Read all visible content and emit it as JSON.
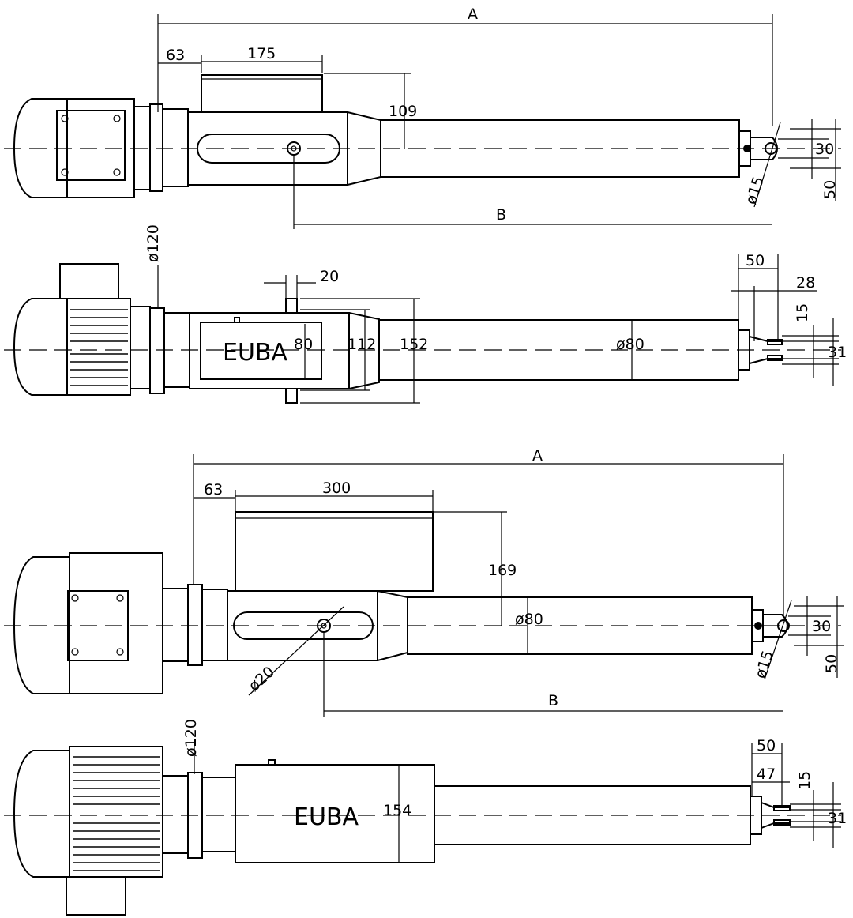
{
  "view1": {
    "dims": {
      "a": "A",
      "d63": "63",
      "d175": "175",
      "d109": "109",
      "b": "B",
      "d30": "30",
      "d50": "50",
      "d15": "ø15"
    }
  },
  "view2": {
    "brand": "EUBA",
    "dims": {
      "d120": "ø120",
      "d20": "20",
      "d80": "80",
      "d112": "112",
      "d152": "152",
      "dia80": "ø80",
      "d50": "50",
      "d28": "28",
      "d15": "15",
      "d31": "31"
    }
  },
  "view3": {
    "dims": {
      "a": "A",
      "d63": "63",
      "d300": "300",
      "d169": "169",
      "dia80": "ø80",
      "d20": "ø20",
      "b": "B",
      "d30": "30",
      "d50": "50",
      "d15": "ø15"
    }
  },
  "view4": {
    "brand": "EUBA",
    "dims": {
      "d120": "ø120",
      "d154": "154",
      "d50": "50",
      "d47": "47",
      "d15": "15",
      "d31": "31"
    }
  }
}
